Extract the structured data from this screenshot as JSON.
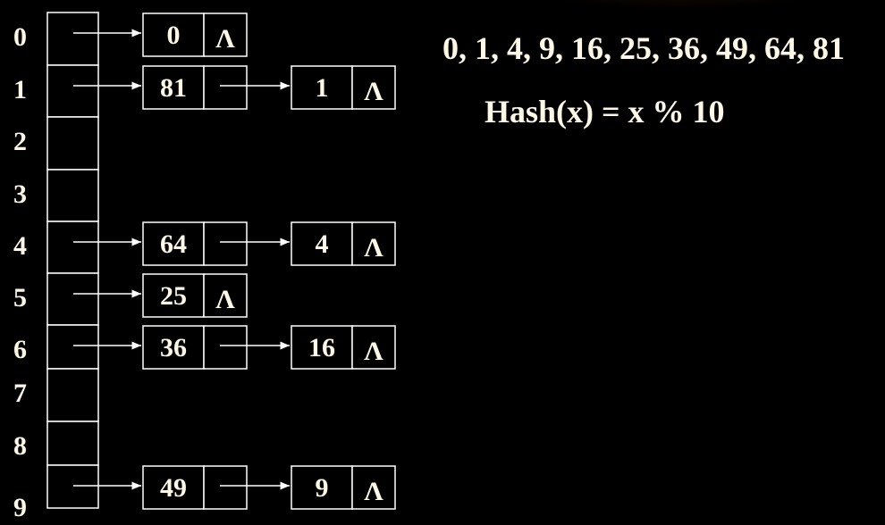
{
  "sequence": "0, 1, 4, 9, 16, 25, 36, 49, 64, 81",
  "hash_function": "Hash(x) = x % 10",
  "null_symbol": "Λ",
  "table": {
    "indices": [
      "0",
      "1",
      "2",
      "3",
      "4",
      "5",
      "6",
      "7",
      "8",
      "9"
    ],
    "chains": [
      [
        "0"
      ],
      [
        "81",
        "1"
      ],
      [],
      [],
      [
        "64",
        "4"
      ],
      [
        "25"
      ],
      [
        "36",
        "16"
      ],
      [],
      [],
      [
        "49",
        "9"
      ]
    ]
  },
  "colors": {
    "background": "#000000",
    "text": "#fff8e6",
    "lines": "#ffffff",
    "accent_glow": "#8a4a0c"
  }
}
